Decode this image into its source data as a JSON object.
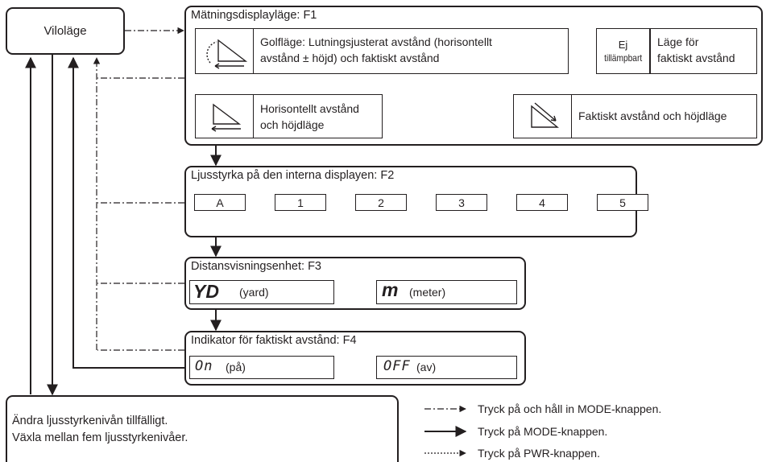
{
  "standby": {
    "label": "Viloläge"
  },
  "f1": {
    "title": "Mätningsdisplayläge: F1",
    "golf_line1": "Golfläge: Lutningsjusterat avstånd (horisontellt",
    "golf_line2": "avstånd ± höjd) och faktiskt avstånd",
    "na_line1": "Ej",
    "na_line2": "tillämpbart",
    "actual_line1": "Läge för",
    "actual_line2": "faktiskt avstånd",
    "actual_height": "Faktiskt avstånd och höjdläge",
    "horiz_line1": "Horisontellt avstånd",
    "horiz_line2": "och höjdläge"
  },
  "f2": {
    "title": "Ljusstyrka på den interna displayen: F2",
    "levels": [
      "A",
      "1",
      "2",
      "3",
      "4",
      "5"
    ]
  },
  "f3": {
    "title": "Distansvisningsenhet: F3",
    "yard_symbol": "YD",
    "yard_label": "(yard)",
    "meter_symbol": "m",
    "meter_label": "(meter)"
  },
  "f4": {
    "title": "Indikator för faktiskt avstånd: F4",
    "on_symbol": "On",
    "on_label": "(på)",
    "off_symbol": "OFF",
    "off_label": "(av)"
  },
  "note": {
    "line1": "Ändra ljusstyrkenivån tillfälligt.",
    "line2": "Växla mellan fem ljusstyrkenivåer."
  },
  "legend": {
    "hold_mode": "Tryck på och håll in MODE-knappen.",
    "press_mode": "Tryck på MODE-knappen.",
    "press_pwr": "Tryck på PWR-knappen."
  }
}
